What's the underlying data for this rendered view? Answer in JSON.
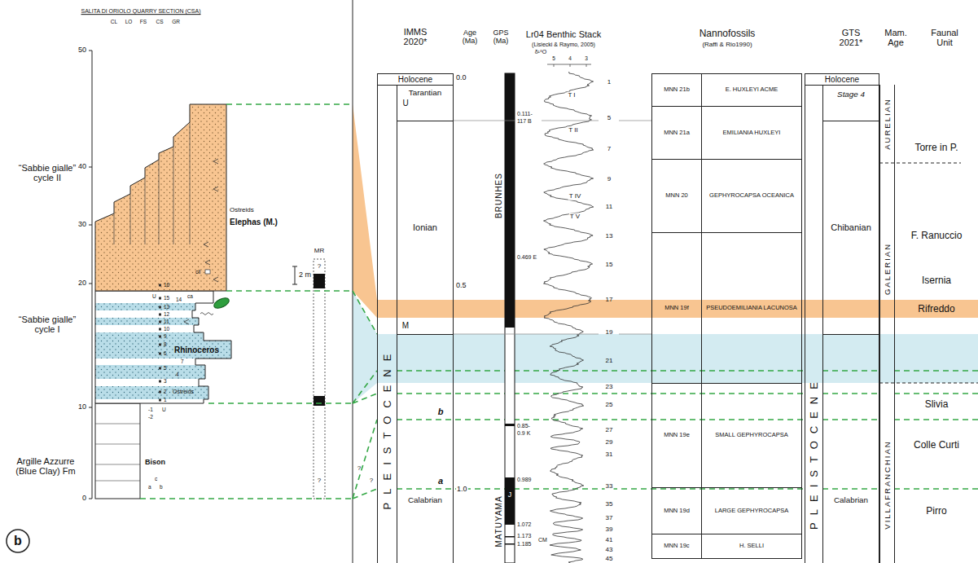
{
  "diagram": {
    "nodes": [
      {
        "text": [
          "Holocene"
        ]
      },
      {
        "text": [
          "Tarantian"
        ]
      },
      {
        "text": [
          "Ionian"
        ]
      },
      {
        "text": [
          "Calabrian"
        ]
      },
      {
        "text": [
          "PLEISTOCENE"
        ]
      },
      {
        "text": [
          "MNN 21b",
          "E. HUXLEYI ACME"
        ]
      },
      {
        "text": [
          "MNN 21a",
          "EMILIANIA HUXLEYI"
        ]
      },
      {
        "text": [
          "MNN 20",
          "GEPHYROCAPSA OCEANICA"
        ]
      },
      {
        "text": [
          "MNN 19f",
          "PSEUDOEMILIANIA LACUNOSA"
        ]
      },
      {
        "text": [
          "MNN 19e",
          "SMALL GEPHYROCAPSA"
        ]
      },
      {
        "text": [
          "MNN 19d",
          "LARGE GEPHYROCAPSA"
        ]
      },
      {
        "text": [
          "MNN 19c",
          "H. SELLI"
        ]
      },
      {
        "text": [
          "Holocene"
        ]
      },
      {
        "text": [
          "PLEISTOCENE"
        ]
      },
      {
        "text": [
          "Stage 4"
        ]
      },
      {
        "text": [
          "Chibanian"
        ]
      },
      {
        "text": [
          "Calabrian"
        ]
      },
      {
        "text": [
          "AURELIAN"
        ]
      },
      {
        "text": [
          "GALERIAN"
        ]
      },
      {
        "text": [
          "VILLAFRANCHIAN"
        ]
      }
    ],
    "labels": [
      "SALITA DI ORIOLO QUARRY SECTION (CSA)",
      "CL",
      "LO",
      "FS",
      "CS",
      "GR",
      "50",
      "40",
      "30",
      "20",
      "10",
      "0",
      "“Sabbie gialle” cycle II",
      "“Sabbie gialle” cycle I",
      "Argille Azzurre (Blue Clay) Fm",
      "Ostreids",
      "Elephas (M.)",
      "cll",
      "16",
      "U",
      "15",
      "14",
      "ca",
      "13",
      "12",
      "11",
      "10",
      "9",
      "8",
      "Rhinoceros",
      "7",
      "6",
      "5",
      "4",
      "3",
      "2",
      "Ostreids",
      "1",
      "U",
      "-1",
      "-2",
      "Bison",
      "c",
      "a",
      "b",
      "MR",
      "?",
      "?",
      "2 m",
      "b",
      "IMMS 2020*",
      "Age (Ma)",
      "GPS (Ma)",
      "Lr04 Benthic Stack",
      "(Lisiecki & Raymo, 2005)",
      "Nannofossils",
      "(Raffi & Rio1990)",
      "GTS 2021*",
      "Mam. Age",
      "Faunal Unit",
      "δ¹⁸O",
      "5",
      "4",
      "3",
      "U",
      "M",
      "b",
      "a",
      "0.0",
      "0.5",
      "1.0",
      "BRUNHES",
      "MATUYAMA",
      "J",
      "0.111-",
      "117 B",
      "0.469 E",
      "0.85-",
      "0.9 K",
      "0.989",
      "1.072",
      "1.173",
      "1.185",
      "CM",
      "T I",
      "T II",
      "T IV",
      "T V",
      "1",
      "5",
      "7",
      "9",
      "11",
      "13",
      "15",
      "17",
      "19",
      "21",
      "23",
      "25",
      "27",
      "29",
      "31",
      "33",
      "35",
      "37",
      "39",
      "41",
      "43",
      "45",
      "Torre in P.",
      "F. Ranuccio",
      "Isernia",
      "Rifreddo",
      "Slivia",
      "Colle Curti",
      "Pirro",
      "?",
      "?"
    ]
  }
}
